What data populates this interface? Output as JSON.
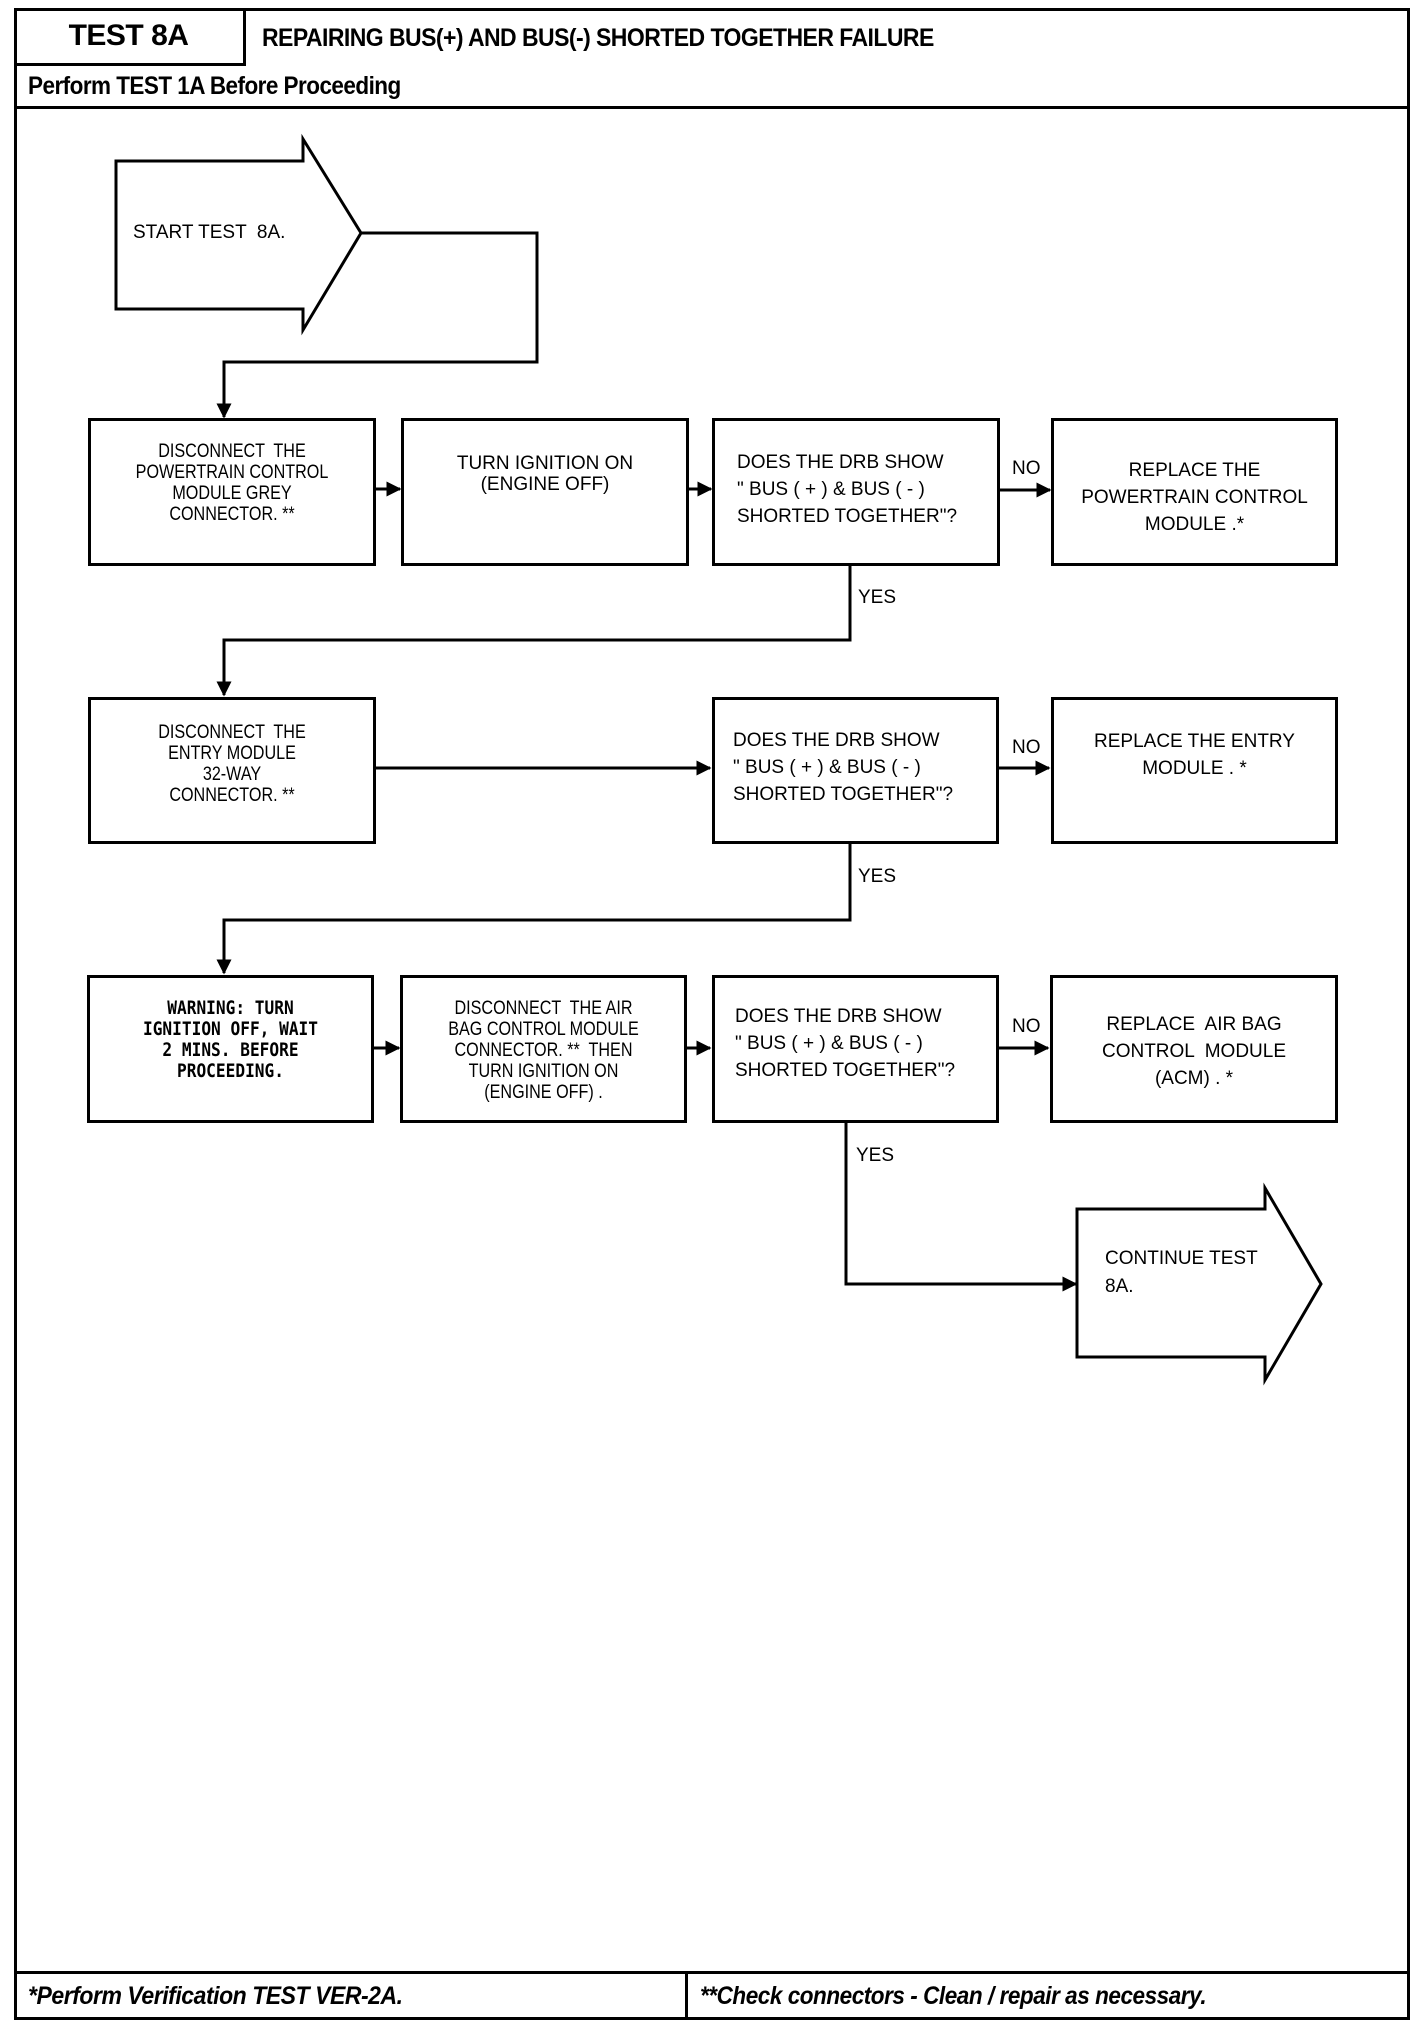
{
  "header": {
    "test_id": "TEST 8A",
    "title": "REPAIRING BUS(+) AND BUS(-) SHORTED TOGETHER FAILURE",
    "prerequisite": "Perform TEST 1A Before Proceeding"
  },
  "flowchart": {
    "start": {
      "label": "START TEST  8A."
    },
    "row1": {
      "step1": "DISCONNECT  THE\nPOWERTRAIN CONTROL\nMODULE GREY\nCONNECTOR. **",
      "step2": "TURN IGNITION ON\n(ENGINE OFF)",
      "question": "DOES THE DRB SHOW\n\" BUS ( + ) & BUS ( - )\nSHORTED TOGETHER\"?",
      "no_action": "REPLACE THE\nPOWERTRAIN CONTROL\nMODULE .*"
    },
    "row2": {
      "step1": "DISCONNECT  THE\nENTRY MODULE\n32-WAY\nCONNECTOR. **",
      "question": "DOES THE DRB SHOW\n\" BUS ( + ) & BUS ( - )\nSHORTED TOGETHER\"?",
      "no_action": "REPLACE THE ENTRY\nMODULE . *"
    },
    "row3": {
      "warning": "WARNING: TURN\nIGNITION OFF, WAIT\n2 MINS. BEFORE\nPROCEEDING.",
      "step2": "DISCONNECT  THE AIR\nBAG CONTROL MODULE\nCONNECTOR. **  THEN\nTURN IGNITION ON\n(ENGINE OFF) .",
      "question": "DOES THE DRB SHOW\n\" BUS ( + ) & BUS ( - )\nSHORTED TOGETHER\"?",
      "no_action": "REPLACE  AIR BAG\nCONTROL  MODULE\n(ACM) . *"
    },
    "end": {
      "label": "CONTINUE TEST\n8A."
    },
    "yes_label": "YES",
    "no_label": "NO"
  },
  "footer": {
    "left_note": "*Perform Verification TEST VER-2A.",
    "right_note": "**Check connectors - Clean / repair as necessary."
  }
}
